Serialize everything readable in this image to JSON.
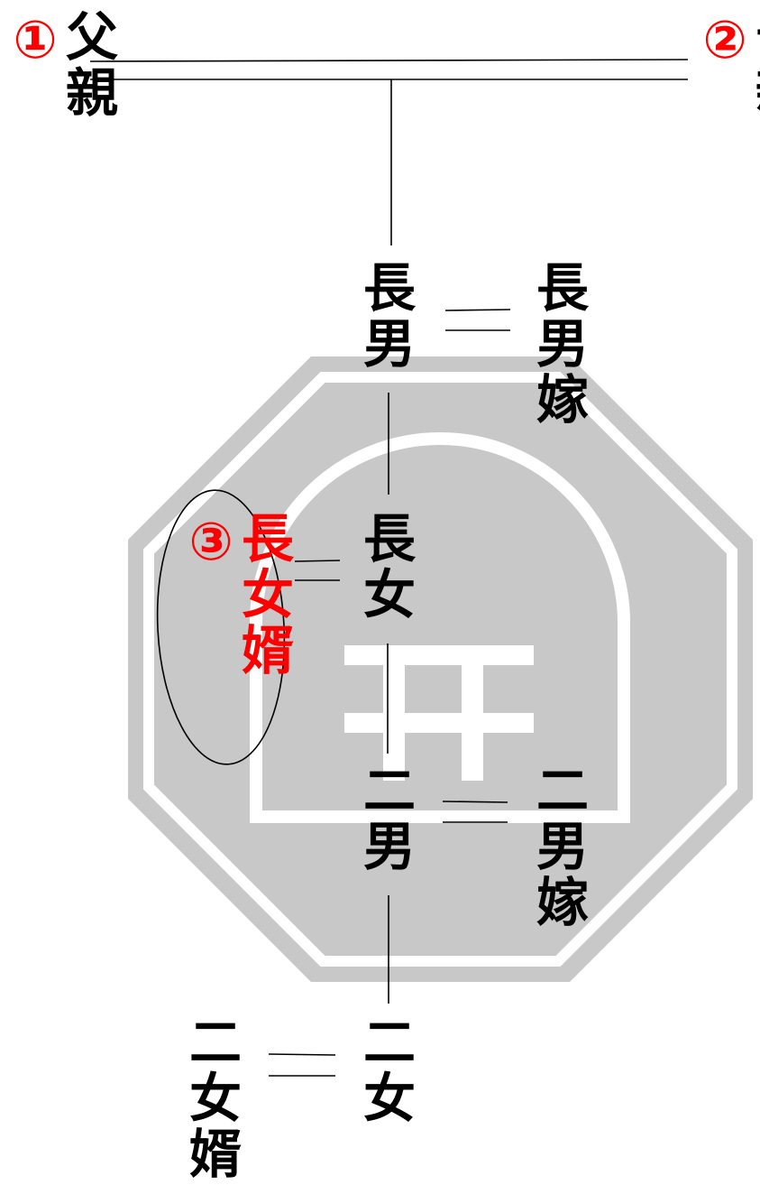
{
  "colors": {
    "text": "#000000",
    "highlight": "#ff0000",
    "lines": "#000000",
    "watermark": "#c8c8c8",
    "background": "#ffffff"
  },
  "watermark": {
    "icon": "octagon-tombstone-emblem-icon"
  },
  "people": {
    "father": {
      "label": "父親",
      "number": "①"
    },
    "mother": {
      "label": "母親",
      "number": "②"
    },
    "eldest_son": {
      "label": "長男"
    },
    "eldest_son_wife": {
      "label": "長男嫁"
    },
    "eldest_daughter": {
      "label": "長女"
    },
    "eldest_daughter_husband": {
      "label": "長女婿",
      "number": "③"
    },
    "second_son": {
      "label": "二男"
    },
    "second_son_wife": {
      "label": "二男嫁"
    },
    "second_daughter": {
      "label": "二女"
    },
    "second_daughter_husband": {
      "label": "二女婿"
    }
  }
}
